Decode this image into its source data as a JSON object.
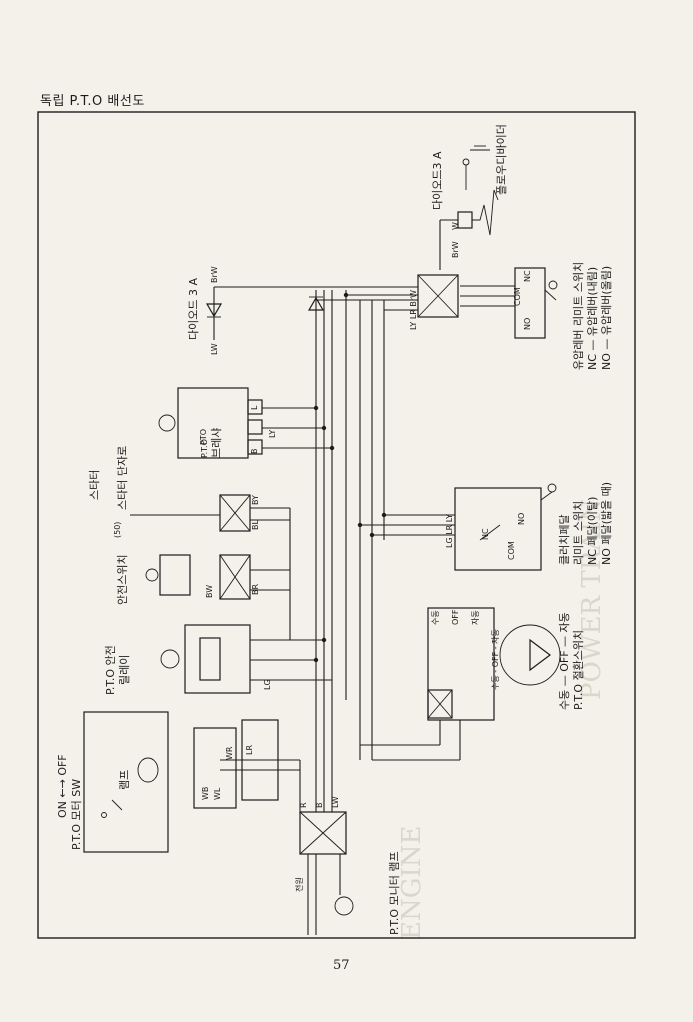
{
  "page": {
    "title": "독립 P.T.O 배선도",
    "number": "57"
  },
  "components": {
    "diode_3a_top": "다이오드3 A",
    "flow_divider": "플로우디바이더",
    "diode_3a_left": "다이오드 3 A",
    "starter": "스타터",
    "starter_terminal": "스타터 단자로",
    "starter_50": "(50)",
    "safety_switch": "안전스위치",
    "pto_relay_1": "P.T.O 안전",
    "pto_relay_2": "릴레이",
    "pto_brake_1": "P.T.O",
    "pto_brake_2": "브레샤",
    "pto_sw_1": "ON ←→ OFF",
    "pto_sw_2": "P.T.O 모터 SW",
    "lamp": "램프",
    "monitor_lamp": "P.T.O 모니터 램프",
    "hyd_sw_1": "유압레버 리미트 스위치",
    "hyd_sw_2": "NC — 유압레버(내림)",
    "hyd_sw_3": "NO — 유압레버(올림)",
    "clutch_sw_1": "클러치페달",
    "clutch_sw_2": "리미트 스위치",
    "clutch_sw_3": "NC 페달(이탈)",
    "clutch_sw_4": "NO 페달(밟을 때)",
    "mode_sw_1": "수동 — OFF — 자동",
    "mode_sw_2": "P.T.O 절환스위치"
  },
  "wire_codes": {
    "brw": "BrW",
    "w": "W",
    "lw": "LW",
    "ly_lr_brw": "LY LR BrW",
    "lg_lr_ly": "LG LR LY",
    "nc": "NC",
    "com": "COM",
    "no": "NO",
    "by": "BY",
    "bl": "BL",
    "br": "BR",
    "bw": "BW",
    "r": "R",
    "b": "B",
    "l": "L",
    "ly": "LY",
    "wr": "WR",
    "wb": "WB",
    "wl": "WL",
    "lr": "LR",
    "lg": "LG",
    "pto": "PTO",
    "manual": "수동",
    "off": "OFF",
    "auto": "자동",
    "manual_off_auto": "수동 - OFF - 자동",
    "power": "전원"
  }
}
